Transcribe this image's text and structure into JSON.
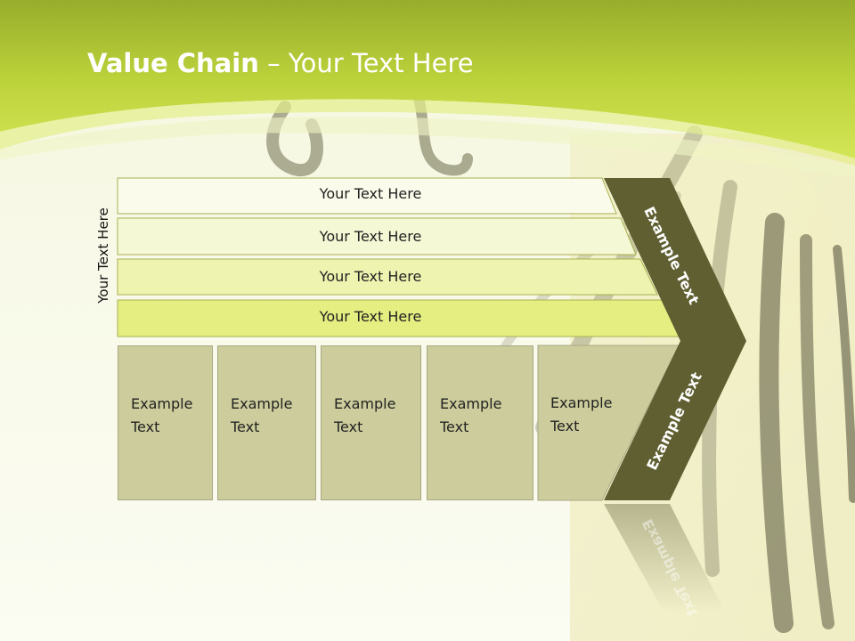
{
  "slide": {
    "title_bold": "Value Chain",
    "title_rest": " – Your Text Here",
    "side_label": "Your Text Here"
  },
  "rows": [
    {
      "label": "Your Text Here"
    },
    {
      "label": "Your Text Here"
    },
    {
      "label": "Your Text Here"
    },
    {
      "label": "Your Text Here"
    }
  ],
  "boxes": [
    {
      "line1": "Example",
      "line2": "Text"
    },
    {
      "line1": "Example",
      "line2": "Text"
    },
    {
      "line1": "Example",
      "line2": "Text"
    },
    {
      "line1": "Example",
      "line2": "Text"
    },
    {
      "line1": "Example",
      "line2": "Text"
    }
  ],
  "chevron": {
    "upper_label": "Example Text",
    "lower_label": "Example Text"
  },
  "colors": {
    "header_green": "#c8dc3c",
    "chevron_olive": "#5f5f32",
    "box_fill": "#cccc9c"
  }
}
